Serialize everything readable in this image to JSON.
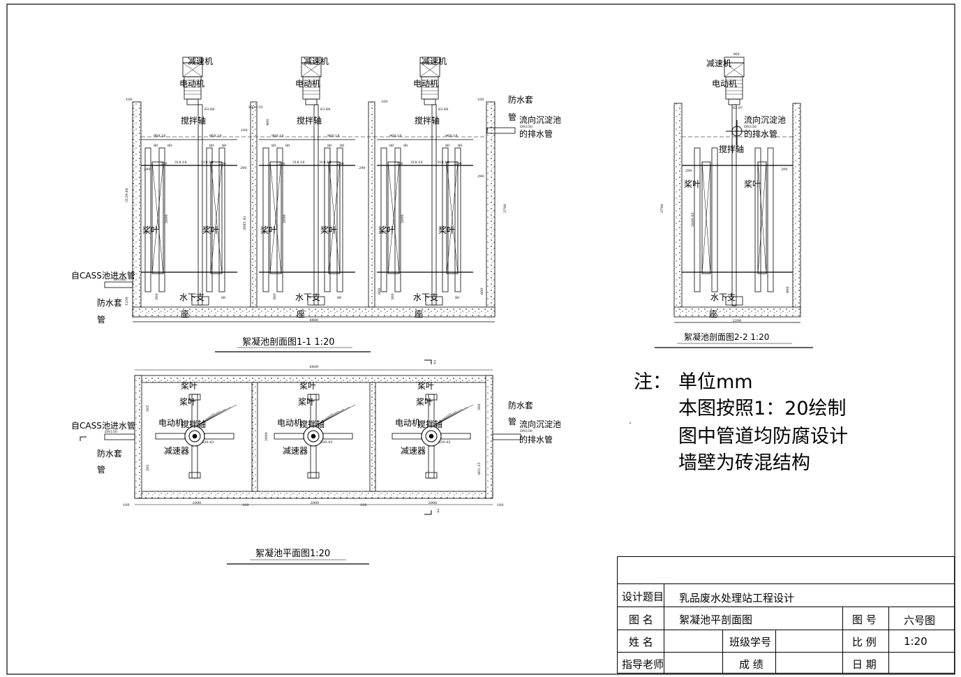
{
  "drawing": {
    "section11": {
      "title": "絮凝池剖面图1-1 1:20",
      "labels": {
        "reducer": "减速机",
        "motor": "电动机",
        "shaft": "搅拌轴",
        "blade": "桨叶",
        "support": "水下支",
        "support2": "座",
        "inlet": "自CASS池进水管",
        "sleeve": "防水套",
        "sleeve2": "管",
        "outlet1": "流向沉淀池",
        "outlet2": "的排水管"
      },
      "dims": {
        "total_width": "6400",
        "half_span": "968.16",
        "half_span_b": "968.18",
        "shaft_gap": "2036.33",
        "blade_gap": "318.16",
        "blade_gap_b": "318.18",
        "blade_w": "80",
        "blade_off": "200",
        "edge_off": "290",
        "wall": "100",
        "cover": "63.68",
        "depth": "3700",
        "left_height": "3129.60",
        "blade_h": "2600",
        "shaft_h": "3085.41",
        "bottom_gap": "300",
        "base": "600",
        "inlet_h": "1250",
        "dn150": "DN150",
        "dn400": "400"
      }
    },
    "section22": {
      "title": "絮凝池剖面图2-2 1:20",
      "dims": {
        "width": "2200",
        "depth": "3700",
        "blade_h": "2600.63",
        "top": "360",
        "cover": "63.97",
        "base": "800",
        "offset": "290"
      }
    },
    "plan": {
      "title": "絮凝池平面图1:20",
      "labels": {
        "motor": "电动机",
        "shaft": "搅拌轴",
        "reducer": "减速器",
        "blade": "桨叶"
      },
      "dims": {
        "total_width": "6400",
        "cell_width": "2000",
        "cell_depth": "2000",
        "pipe_len": "530.43",
        "upper": "505",
        "lower": "601.25",
        "right_upper": "560",
        "wall": "100",
        "mark": "2"
      }
    },
    "notes": {
      "prefix": "注：",
      "lines": [
        "单位mm",
        "本图按照1：20绘制",
        "图中管道均防腐设计",
        "墙壁为砖混结构"
      ]
    }
  },
  "title_block": {
    "project_label": "设计题目",
    "project_value": "乳品废水处理站工程设计",
    "drawing_label": "图 名",
    "drawing_value": "絮凝池平剖面图",
    "number_label": "图 号",
    "number_value": "六号图",
    "name_label": "姓 名",
    "name_value": "",
    "class_label": "班级学号",
    "class_value": "",
    "scale_label": "比 例",
    "scale_value": "1:20",
    "teacher_label": "指导老师",
    "teacher_value": "",
    "grade_label": "成 绩",
    "grade_value": "",
    "date_label": "日 期",
    "date_value": ""
  }
}
